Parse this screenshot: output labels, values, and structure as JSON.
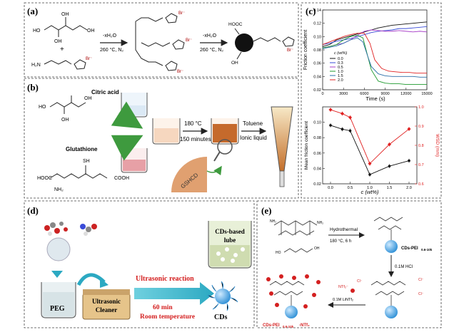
{
  "panels": {
    "a": {
      "label": "(a)",
      "step1_line1": "-xH₂O",
      "step1_line2": "260 °C, N₂",
      "step2_line1": "-xH₂O",
      "step2_line2": "260 °C, N₂",
      "plus": "+",
      "bromide": "Br⁻",
      "cooh": "HOOC"
    },
    "b": {
      "label": "(b)",
      "citric_acid": "Citric acid",
      "glutathione": "Glutathione",
      "condition_temp": "180 °C",
      "condition_time": "150 minutes",
      "toluene": "Toluene",
      "ionic_liquid": "Ionic liquid",
      "gshcd": "GSHCD"
    },
    "c": {
      "label": "(c)"
    },
    "d": {
      "label": "(d)",
      "peg": "PEG",
      "ultrasonic_cleaner_1": "Ultrasonic",
      "ultrasonic_cleaner_2": "Cleaner",
      "reaction": "Ultrasonic reaction",
      "time": "60 min",
      "temp": "Room temperature",
      "lube_1": "CDs-based",
      "lube_2": "lube",
      "cds": "CDs"
    },
    "e": {
      "label": "(e)",
      "hydrothermal": "Hydrothermal",
      "hydro_cond": "180 °C, 6 h",
      "cds_pei": "CDs-PEI",
      "cds_pei_sub": "0.6-10k",
      "hcl": "0.1M HCl",
      "ntf2": "NTf₂⁻",
      "litnf": "0.1M LiNTf₂",
      "final": "CDs-PEI",
      "final_sub": "0.6-10k",
      "final_suffix": "-NTf₂"
    }
  },
  "chart_data": [
    {
      "type": "line",
      "xlabel": "Time (s)",
      "ylabel": "Friction coefficient",
      "xlim": [
        0,
        15000
      ],
      "ylim": [
        0.02,
        0.14
      ],
      "xticks": [
        "0",
        "3000",
        "6000",
        "9000",
        "12000",
        "15000"
      ],
      "yticks": [
        "0.02",
        "0.04",
        "0.06",
        "0.08",
        "0.10",
        "0.12",
        "0.14"
      ],
      "legend_title": "c (wt%)",
      "series": [
        {
          "name": "0.0",
          "color": "#111111",
          "x": [
            0,
            1000,
            2000,
            3000,
            4000,
            5000,
            6000,
            7000,
            8000,
            9000,
            10000,
            11000,
            12000,
            13000,
            14000,
            15000
          ],
          "y": [
            0.085,
            0.088,
            0.095,
            0.098,
            0.101,
            0.104,
            0.107,
            0.11,
            0.113,
            0.115,
            0.117,
            0.118,
            0.119,
            0.12,
            0.121,
            0.122
          ]
        },
        {
          "name": "0.3",
          "color": "#3a4bd8",
          "x": [
            0,
            1000,
            2000,
            3000,
            4000,
            5000,
            6000,
            7000,
            8000,
            9000,
            10000,
            11000,
            12000,
            13000,
            14000,
            15000
          ],
          "y": [
            0.088,
            0.09,
            0.093,
            0.095,
            0.097,
            0.1,
            0.103,
            0.106,
            0.108,
            0.109,
            0.11,
            0.112,
            0.112,
            0.113,
            0.114,
            0.115
          ]
        },
        {
          "name": "0.5",
          "color": "#a63dc7",
          "x": [
            0,
            1000,
            2000,
            3000,
            4000,
            5000,
            6000,
            7000,
            8000,
            9000,
            10000,
            11000,
            12000,
            13000,
            14000,
            15000
          ],
          "y": [
            0.083,
            0.085,
            0.088,
            0.09,
            0.095,
            0.102,
            0.108,
            0.11,
            0.109,
            0.108,
            0.108,
            0.109,
            0.108,
            0.107,
            0.108,
            0.107
          ]
        },
        {
          "name": "1.0",
          "color": "#1e9a2e",
          "x": [
            0,
            1000,
            2000,
            3000,
            4000,
            5000,
            5800,
            6500,
            7000,
            8000,
            9000,
            10000,
            11000,
            12000,
            13000,
            14000,
            15000
          ],
          "y": [
            0.083,
            0.085,
            0.088,
            0.095,
            0.1,
            0.102,
            0.098,
            0.07,
            0.05,
            0.033,
            0.03,
            0.029,
            0.029,
            0.028,
            0.028,
            0.028,
            0.028
          ]
        },
        {
          "name": "1.5",
          "color": "#2b6fa8",
          "x": [
            0,
            1000,
            2000,
            3000,
            4000,
            5000,
            5800,
            6500,
            7000,
            8000,
            9000,
            10000,
            11000,
            12000,
            13000,
            14000,
            15000
          ],
          "y": [
            0.082,
            0.084,
            0.086,
            0.09,
            0.095,
            0.098,
            0.092,
            0.07,
            0.055,
            0.044,
            0.041,
            0.04,
            0.04,
            0.04,
            0.04,
            0.039,
            0.039
          ]
        },
        {
          "name": "2.0",
          "color": "#e02020",
          "x": [
            0,
            1000,
            2000,
            3000,
            4000,
            5000,
            6000,
            6800,
            7500,
            8500,
            9500,
            10500,
            11500,
            12500,
            13500,
            14500,
            15000
          ],
          "y": [
            0.088,
            0.092,
            0.096,
            0.1,
            0.103,
            0.105,
            0.105,
            0.09,
            0.065,
            0.052,
            0.048,
            0.047,
            0.046,
            0.046,
            0.045,
            0.045,
            0.045
          ]
        }
      ]
    },
    {
      "type": "line",
      "xlabel": "c (wt%)",
      "ylabel": "Mean friction coefficient",
      "y2label": "WSD (mm)",
      "xlim": [
        -0.2,
        2.2
      ],
      "ylim": [
        0.02,
        0.12
      ],
      "y2lim": [
        0.6,
        1.0
      ],
      "xticks": [
        "0.0",
        "0.5",
        "1.0",
        "1.5",
        "2.0"
      ],
      "yticks": [
        "0.02",
        "0.04",
        "0.06",
        "0.08",
        "0.10"
      ],
      "y2ticks": [
        "0.6",
        "0.7",
        "0.8",
        "0.9",
        "1.0"
      ],
      "series": [
        {
          "name": "Mean friction coefficient",
          "color": "#111111",
          "axis": "left",
          "x": [
            0,
            0.3,
            0.5,
            1.0,
            1.5,
            2.0
          ],
          "y": [
            0.096,
            0.091,
            0.089,
            0.032,
            0.043,
            0.05
          ]
        },
        {
          "name": "WSD",
          "color": "#e02020",
          "axis": "right",
          "x": [
            0,
            0.3,
            0.5,
            1.0,
            1.5,
            2.0
          ],
          "y": [
            0.985,
            0.965,
            0.945,
            0.705,
            0.805,
            0.885
          ]
        }
      ]
    }
  ]
}
